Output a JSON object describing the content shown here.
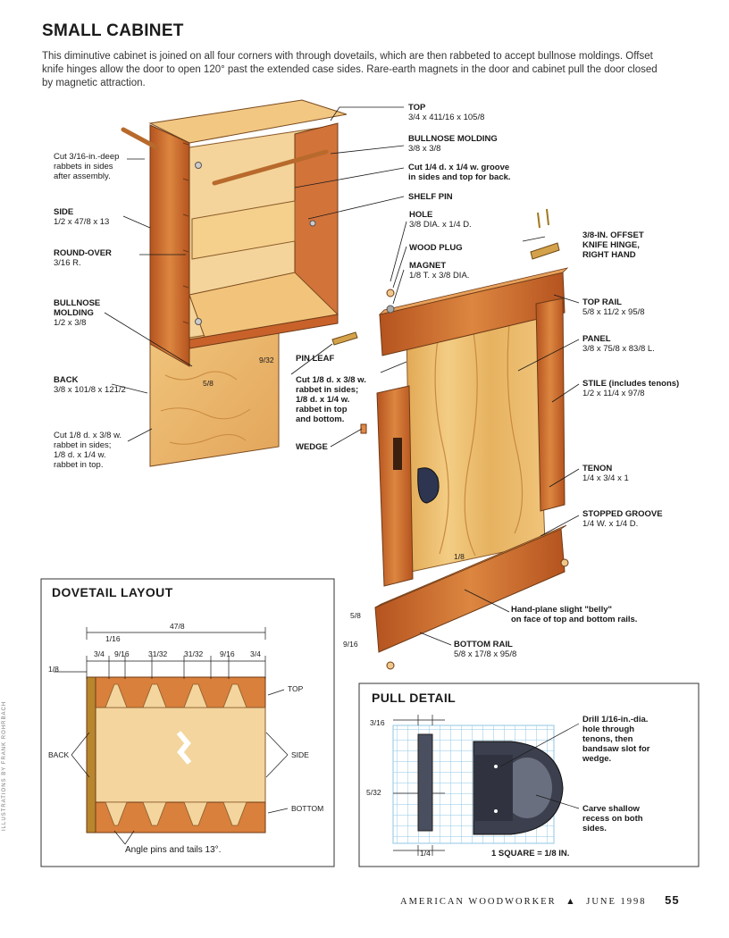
{
  "title": "SMALL CABINET",
  "intro": "This diminutive cabinet is joined on all four corners with through dovetails, which are then rabbeted to accept bullnose moldings. Offset knife hinges allow the door to open 120° past the extended case sides. Rare-earth magnets in the door and cabinet pull the door closed by magnetic attraction.",
  "cabinet_labels": {
    "rabbet_cut": [
      "Cut 3/16-in.-deep",
      "rabbets in sides",
      "after assembly."
    ],
    "side": [
      "SIDE",
      "1/2 x 47/8 x 13"
    ],
    "roundover": [
      "ROUND-OVER",
      "3/16 R."
    ],
    "bullnose_left": [
      "BULLNOSE",
      "MOLDING",
      "1/2 x 3/8"
    ],
    "back": [
      "BACK",
      "3/8 x 101/8 x 121/2"
    ],
    "back_cut": [
      "Cut 1/8 d. x 3/8 w.",
      "rabbet in sides;",
      "1/8 d. x 1/4 w.",
      "rabbet in top."
    ],
    "top": [
      "TOP",
      "3/4 x 411/16 x 105/8"
    ],
    "bullnose_top": [
      "BULLNOSE MOLDING",
      "3/8 x 3/8"
    ],
    "groove": [
      "Cut 1/4 d. x 1/4 w. groove",
      "in sides and top for back."
    ],
    "shelf_pin": "SHELF PIN",
    "dim_58": "5/8",
    "dim_932": "9/32"
  },
  "door_labels": {
    "hole": [
      "HOLE",
      "3/8 DIA. x 1/4 D."
    ],
    "wood_plug": "WOOD PLUG",
    "magnet": [
      "MAGNET",
      "1/8 T. x 3/8 DIA."
    ],
    "hinge": [
      "3/8-IN. OFFSET",
      "KNIFE HINGE,",
      "RIGHT HAND"
    ],
    "top_rail": [
      "TOP RAIL",
      "5/8 x 11/2 x 95/8"
    ],
    "panel": [
      "PANEL",
      "3/8 x 75/8 x 83/8 L."
    ],
    "stile": [
      "STILE (includes tenons)",
      "1/2 x 11/4 x 97/8"
    ],
    "pin_leaf": "PIN LEAF",
    "door_rabbet": [
      "Cut 1/8 d. x 3/8 w.",
      "rabbet in sides;",
      "1/8 d. x 1/4 w.",
      "rabbet in top",
      "and bottom."
    ],
    "wedge": "WEDGE",
    "tenon": [
      "TENON",
      "1/4 x 3/4 x 1"
    ],
    "stopped_groove": [
      "STOPPED GROOVE",
      "1/4 W. x 1/4 D."
    ],
    "dim_18": "1/8",
    "belly": [
      "Hand-plane slight \"belly\"",
      "on face of top and bottom rails."
    ],
    "bottom_rail": [
      "BOTTOM RAIL",
      "5/8 x 17/8 x 95/8"
    ],
    "dim_58": "5/8",
    "dim_916": "9/16"
  },
  "dovetail": {
    "title": "DOVETAIL LAYOUT",
    "overall": "47/8",
    "d116": "1/16",
    "dims": [
      "3/4",
      "9/16",
      "31/32",
      "31/32",
      "9/16",
      "3/4"
    ],
    "left_dim": "1/8",
    "top": "TOP",
    "back": "BACK",
    "side": "SIDE",
    "bottom": "BOTTOM",
    "angle_note": "Angle pins and tails 13°."
  },
  "pull": {
    "title": "PULL DETAIL",
    "d316": "3/16",
    "d532": "5/32",
    "d14": "1/4",
    "drill": [
      "Drill 1/16-in.-dia.",
      "hole through",
      "tenons, then",
      "bandsaw slot for",
      "wedge."
    ],
    "carve": [
      "Carve shallow",
      "recess on both",
      "sides."
    ],
    "scale": "1 SQUARE = 1/8 IN."
  },
  "footer": {
    "magazine": "AMERICAN WOODWORKER",
    "issue": "JUNE 1998",
    "page": "55"
  },
  "credit": "ILLUSTRATIONS BY FRANK ROHRBACH",
  "colors": {
    "wood_dark": "#c8622a",
    "wood_mid": "#de8a45",
    "wood_light": "#f2c27c",
    "panel": "#e9b866",
    "grid": "#8fc7e6",
    "pull": "#3b3f4e"
  }
}
